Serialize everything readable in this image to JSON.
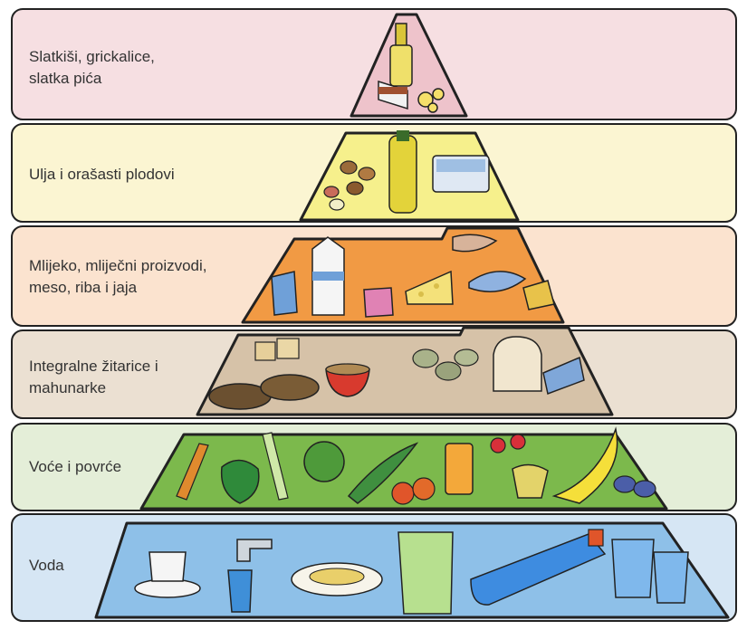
{
  "tiers": [
    {
      "label": "Slatkiši, grickalice,\nslatka pića",
      "band_color": "#f6dfe2",
      "fill_color": "#eec3cb"
    },
    {
      "label": "Ulja i orašasti plodovi",
      "band_color": "#fbf5d2",
      "fill_color": "#f6f08c"
    },
    {
      "label": "Mlijeko, mliječni proizvodi,\nmeso, riba i jaja",
      "band_color": "#fbe3cf",
      "fill_color": "#f19a44"
    },
    {
      "label": "Integralne žitarice i\nmahunarke",
      "band_color": "#ebe0d2",
      "fill_color": "#d6c2a8"
    },
    {
      "label": "Voće i povrće",
      "band_color": "#e4eed8",
      "fill_color": "#7cb94c"
    },
    {
      "label": "Voda",
      "band_color": "#d6e6f4",
      "fill_color": "#8ec0e8"
    }
  ]
}
